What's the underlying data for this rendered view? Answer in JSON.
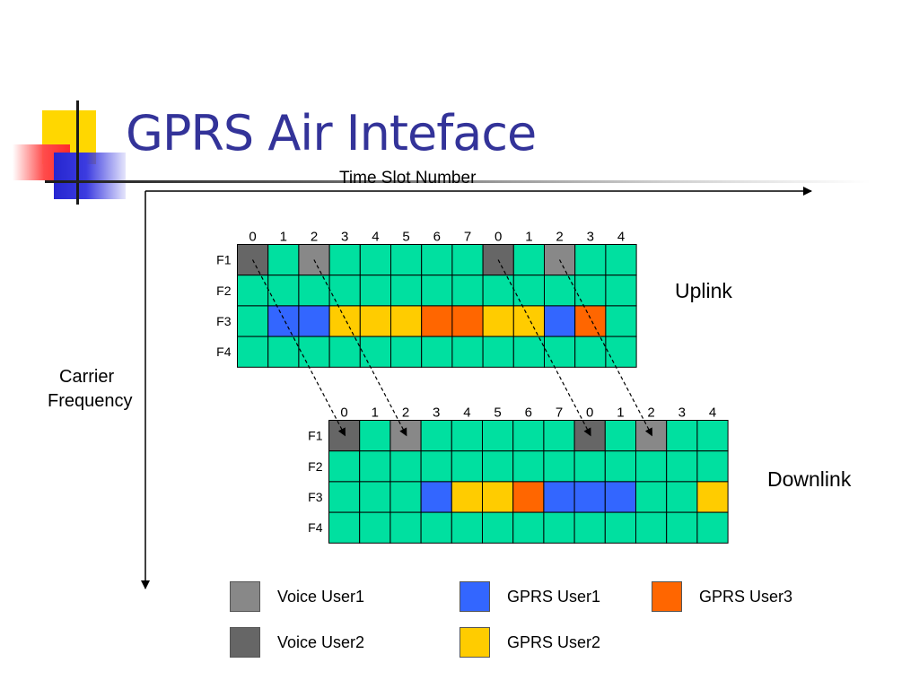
{
  "title": "GPRS Air Inteface",
  "axes": {
    "x_label": "Time Slot Number",
    "y_label_line1": "Carrier",
    "y_label_line2": "Frequency"
  },
  "colors": {
    "idle": "#00e0a0",
    "voice_user1": "#888888",
    "voice_user2": "#666666",
    "gprs_user1": "#3366ff",
    "gprs_user2": "#ffcc00",
    "gprs_user3": "#ff6600",
    "grid_line": "#000000"
  },
  "uplink": {
    "label": "Uplink",
    "slot_labels": [
      "0",
      "1",
      "2",
      "3",
      "4",
      "5",
      "6",
      "7",
      "0",
      "1",
      "2",
      "3",
      "4"
    ],
    "frequency_labels": [
      "F1",
      "F2",
      "F3",
      "F4"
    ],
    "rows": [
      [
        "voice_user2",
        "idle",
        "voice_user1",
        "idle",
        "idle",
        "idle",
        "idle",
        "idle",
        "voice_user2",
        "idle",
        "voice_user1",
        "idle",
        "idle"
      ],
      [
        "idle",
        "idle",
        "idle",
        "idle",
        "idle",
        "idle",
        "idle",
        "idle",
        "idle",
        "idle",
        "idle",
        "idle",
        "idle"
      ],
      [
        "idle",
        "gprs_user1",
        "gprs_user1",
        "gprs_user2",
        "gprs_user2",
        "gprs_user2",
        "gprs_user3",
        "gprs_user3",
        "gprs_user2",
        "gprs_user2",
        "gprs_user1",
        "gprs_user3",
        "idle"
      ],
      [
        "idle",
        "idle",
        "idle",
        "idle",
        "idle",
        "idle",
        "idle",
        "idle",
        "idle",
        "idle",
        "idle",
        "idle",
        "idle"
      ]
    ]
  },
  "downlink": {
    "label": "Downlink",
    "slot_labels": [
      "0",
      "1",
      "2",
      "3",
      "4",
      "5",
      "6",
      "7",
      "0",
      "1",
      "2",
      "3",
      "4"
    ],
    "frequency_labels": [
      "F1",
      "F2",
      "F3",
      "F4"
    ],
    "rows": [
      [
        "voice_user2",
        "idle",
        "voice_user1",
        "idle",
        "idle",
        "idle",
        "idle",
        "idle",
        "voice_user2",
        "idle",
        "voice_user1",
        "idle",
        "idle"
      ],
      [
        "idle",
        "idle",
        "idle",
        "idle",
        "idle",
        "idle",
        "idle",
        "idle",
        "idle",
        "idle",
        "idle",
        "idle",
        "idle"
      ],
      [
        "idle",
        "idle",
        "idle",
        "gprs_user1",
        "gprs_user2",
        "gprs_user2",
        "gprs_user3",
        "gprs_user1",
        "gprs_user1",
        "gprs_user1",
        "idle",
        "idle",
        "gprs_user2"
      ],
      [
        "idle",
        "idle",
        "idle",
        "idle",
        "idle",
        "idle",
        "idle",
        "idle",
        "idle",
        "idle",
        "idle",
        "idle",
        "idle"
      ]
    ]
  },
  "links": [
    {
      "from_slot": 0,
      "to_slot": 0
    },
    {
      "from_slot": 2,
      "to_slot": 2
    },
    {
      "from_slot": 8,
      "to_slot": 8
    },
    {
      "from_slot": 10,
      "to_slot": 10
    }
  ],
  "legend": [
    {
      "key": "voice_user1",
      "label": "Voice User1"
    },
    {
      "key": "voice_user2",
      "label": "Voice User2"
    },
    {
      "key": "gprs_user1",
      "label": "GPRS User1"
    },
    {
      "key": "gprs_user2",
      "label": "GPRS User2"
    },
    {
      "key": "gprs_user3",
      "label": "GPRS User3"
    }
  ]
}
